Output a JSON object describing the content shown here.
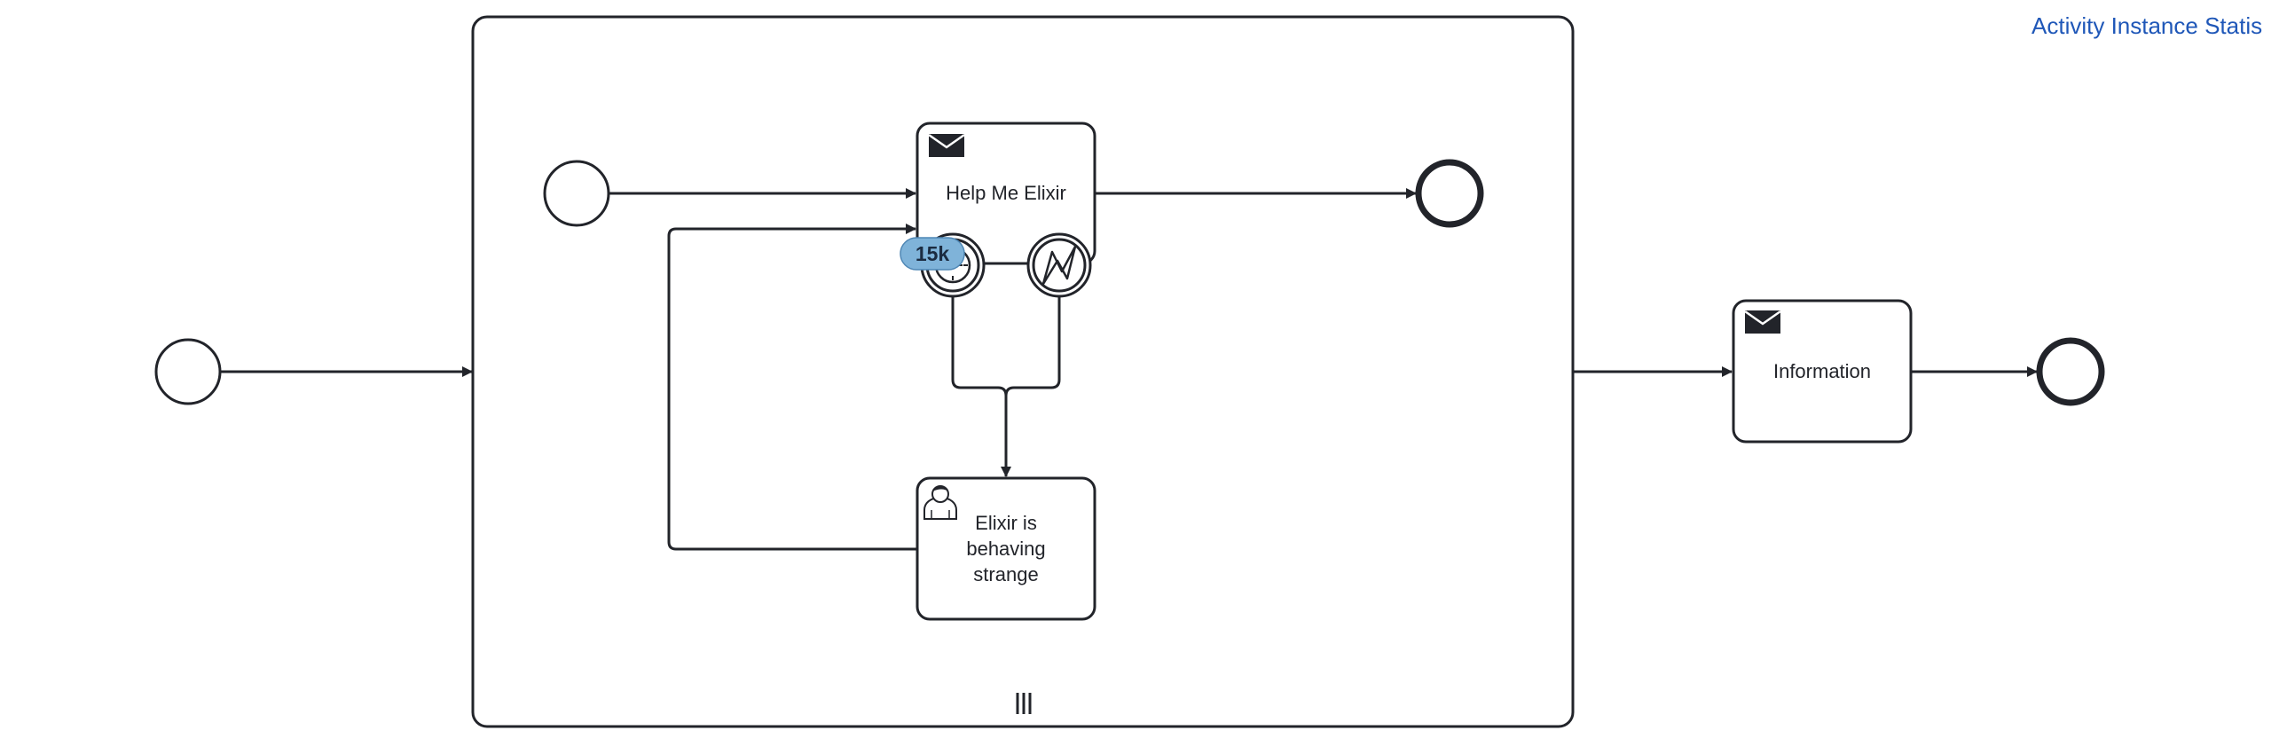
{
  "panel": {
    "title": "Activity Instance Statis"
  },
  "diagram": {
    "tasks": {
      "help_me": "Help Me Elixir",
      "elixir_strange": [
        "Elixir is",
        "behaving",
        "strange"
      ],
      "information": "Information"
    },
    "badges": {
      "timer_boundary_count": "15k"
    },
    "icons": {
      "help_me": "envelope-icon",
      "elixir_strange": "user-icon",
      "information": "envelope-icon",
      "timer_boundary": "timer-icon",
      "error_boundary": "error-icon",
      "subprocess_marker": "multi-instance-parallel-icon"
    },
    "colors": {
      "stroke": "#22242a",
      "badge_fill": "#7fb3d9",
      "badge_text": "#1b2b40",
      "panel_title": "#1f57b8"
    }
  }
}
